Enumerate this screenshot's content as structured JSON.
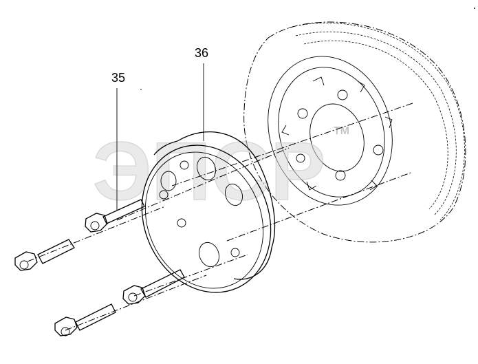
{
  "callouts": {
    "bolt": "35",
    "spacer": "36"
  },
  "watermark": {
    "text": "ЭПСР",
    "trademark": "TM"
  },
  "colors": {
    "line": "#000000",
    "watermark": "#d9d9d9",
    "background": "#ffffff"
  }
}
